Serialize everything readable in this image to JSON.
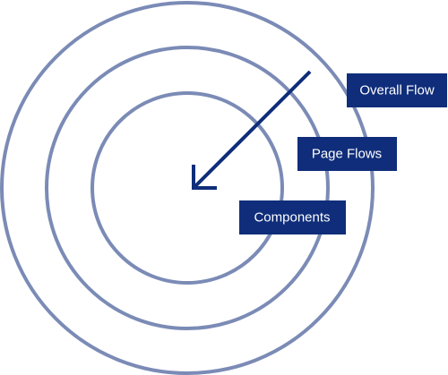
{
  "labels": {
    "outer": "Overall Flow",
    "middle": "Page Flows",
    "inner": "Components"
  },
  "colors": {
    "ring": "#7b8bb6",
    "arrow": "#0f2d7a",
    "label_background": "#0f2d7a",
    "label_text": "#ffffff"
  },
  "icons": {
    "arrow": "arrow-down-left-icon"
  }
}
